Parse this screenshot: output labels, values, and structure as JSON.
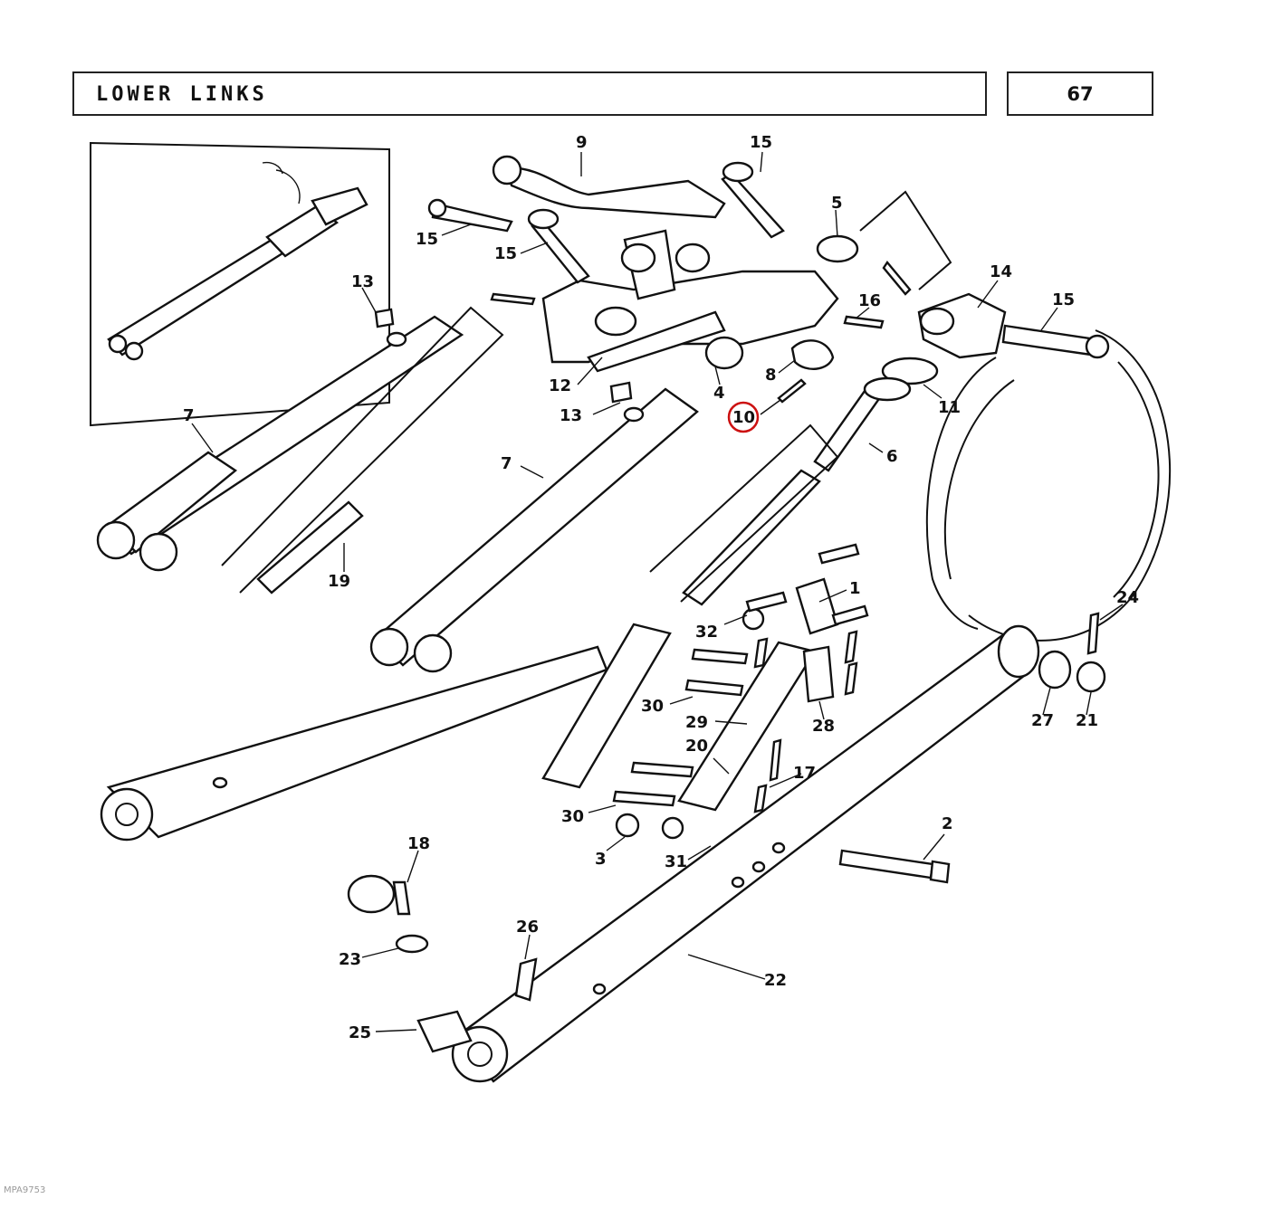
{
  "header": {
    "title": "LOWER LINKS",
    "page_number": "67"
  },
  "highlight": {
    "label": "10",
    "color": "#cc1111"
  },
  "callouts": [
    {
      "id": "9",
      "label": "9"
    },
    {
      "id": "15a",
      "label": "15"
    },
    {
      "id": "15b",
      "label": "15"
    },
    {
      "id": "15c",
      "label": "15"
    },
    {
      "id": "15d",
      "label": "15"
    },
    {
      "id": "5",
      "label": "5"
    },
    {
      "id": "13a",
      "label": "13"
    },
    {
      "id": "13b",
      "label": "13"
    },
    {
      "id": "14",
      "label": "14"
    },
    {
      "id": "16",
      "label": "16"
    },
    {
      "id": "12",
      "label": "12"
    },
    {
      "id": "4",
      "label": "4"
    },
    {
      "id": "8",
      "label": "8"
    },
    {
      "id": "11",
      "label": "11"
    },
    {
      "id": "7a",
      "label": "7"
    },
    {
      "id": "7b",
      "label": "7"
    },
    {
      "id": "6",
      "label": "6"
    },
    {
      "id": "19",
      "label": "19"
    },
    {
      "id": "1",
      "label": "1"
    },
    {
      "id": "32",
      "label": "32"
    },
    {
      "id": "24",
      "label": "24"
    },
    {
      "id": "30a",
      "label": "30"
    },
    {
      "id": "28",
      "label": "28"
    },
    {
      "id": "27",
      "label": "27"
    },
    {
      "id": "21",
      "label": "21"
    },
    {
      "id": "29",
      "label": "29"
    },
    {
      "id": "20",
      "label": "20"
    },
    {
      "id": "17",
      "label": "17"
    },
    {
      "id": "30b",
      "label": "30"
    },
    {
      "id": "3",
      "label": "3"
    },
    {
      "id": "31",
      "label": "31"
    },
    {
      "id": "2",
      "label": "2"
    },
    {
      "id": "18",
      "label": "18"
    },
    {
      "id": "23",
      "label": "23"
    },
    {
      "id": "26",
      "label": "26"
    },
    {
      "id": "22",
      "label": "22"
    },
    {
      "id": "25",
      "label": "25"
    }
  ],
  "footer": {
    "code": "MPA9753"
  }
}
